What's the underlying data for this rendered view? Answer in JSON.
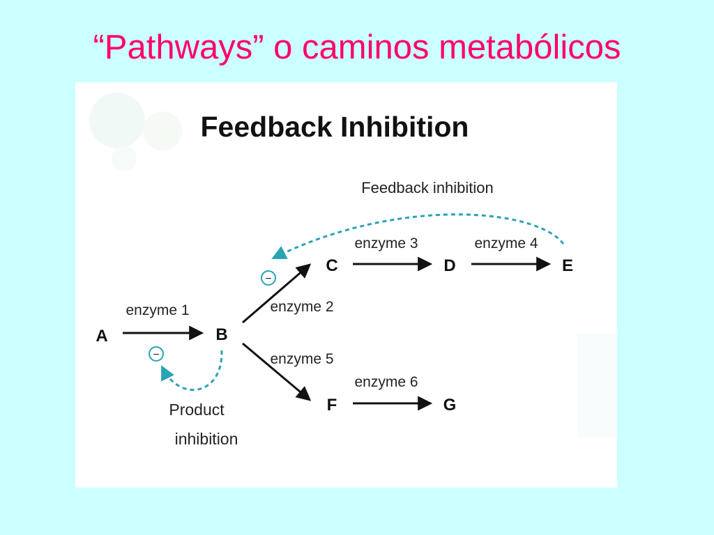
{
  "slide": {
    "title": "“Pathways” o caminos metabólicos"
  },
  "figure": {
    "heading": "Feedback Inhibition",
    "nodes": {
      "a": "A",
      "b": "B",
      "c": "C",
      "d": "D",
      "e": "E",
      "f": "F",
      "g": "G"
    },
    "enzymes": {
      "e1": "enzyme 1",
      "e2": "enzyme 2",
      "e3": "enzyme 3",
      "e4": "enzyme 4",
      "e5": "enzyme 5",
      "e6": "enzyme 6"
    },
    "feedback_label": "Feedback inhibition",
    "product_label_line1": "Product",
    "product_label_line2": "inhibition",
    "inhibition_symbol": "−",
    "colors": {
      "title": "#ff0066",
      "inhibition_arrow": "#2aa3b3",
      "background": "#ccffff"
    }
  }
}
